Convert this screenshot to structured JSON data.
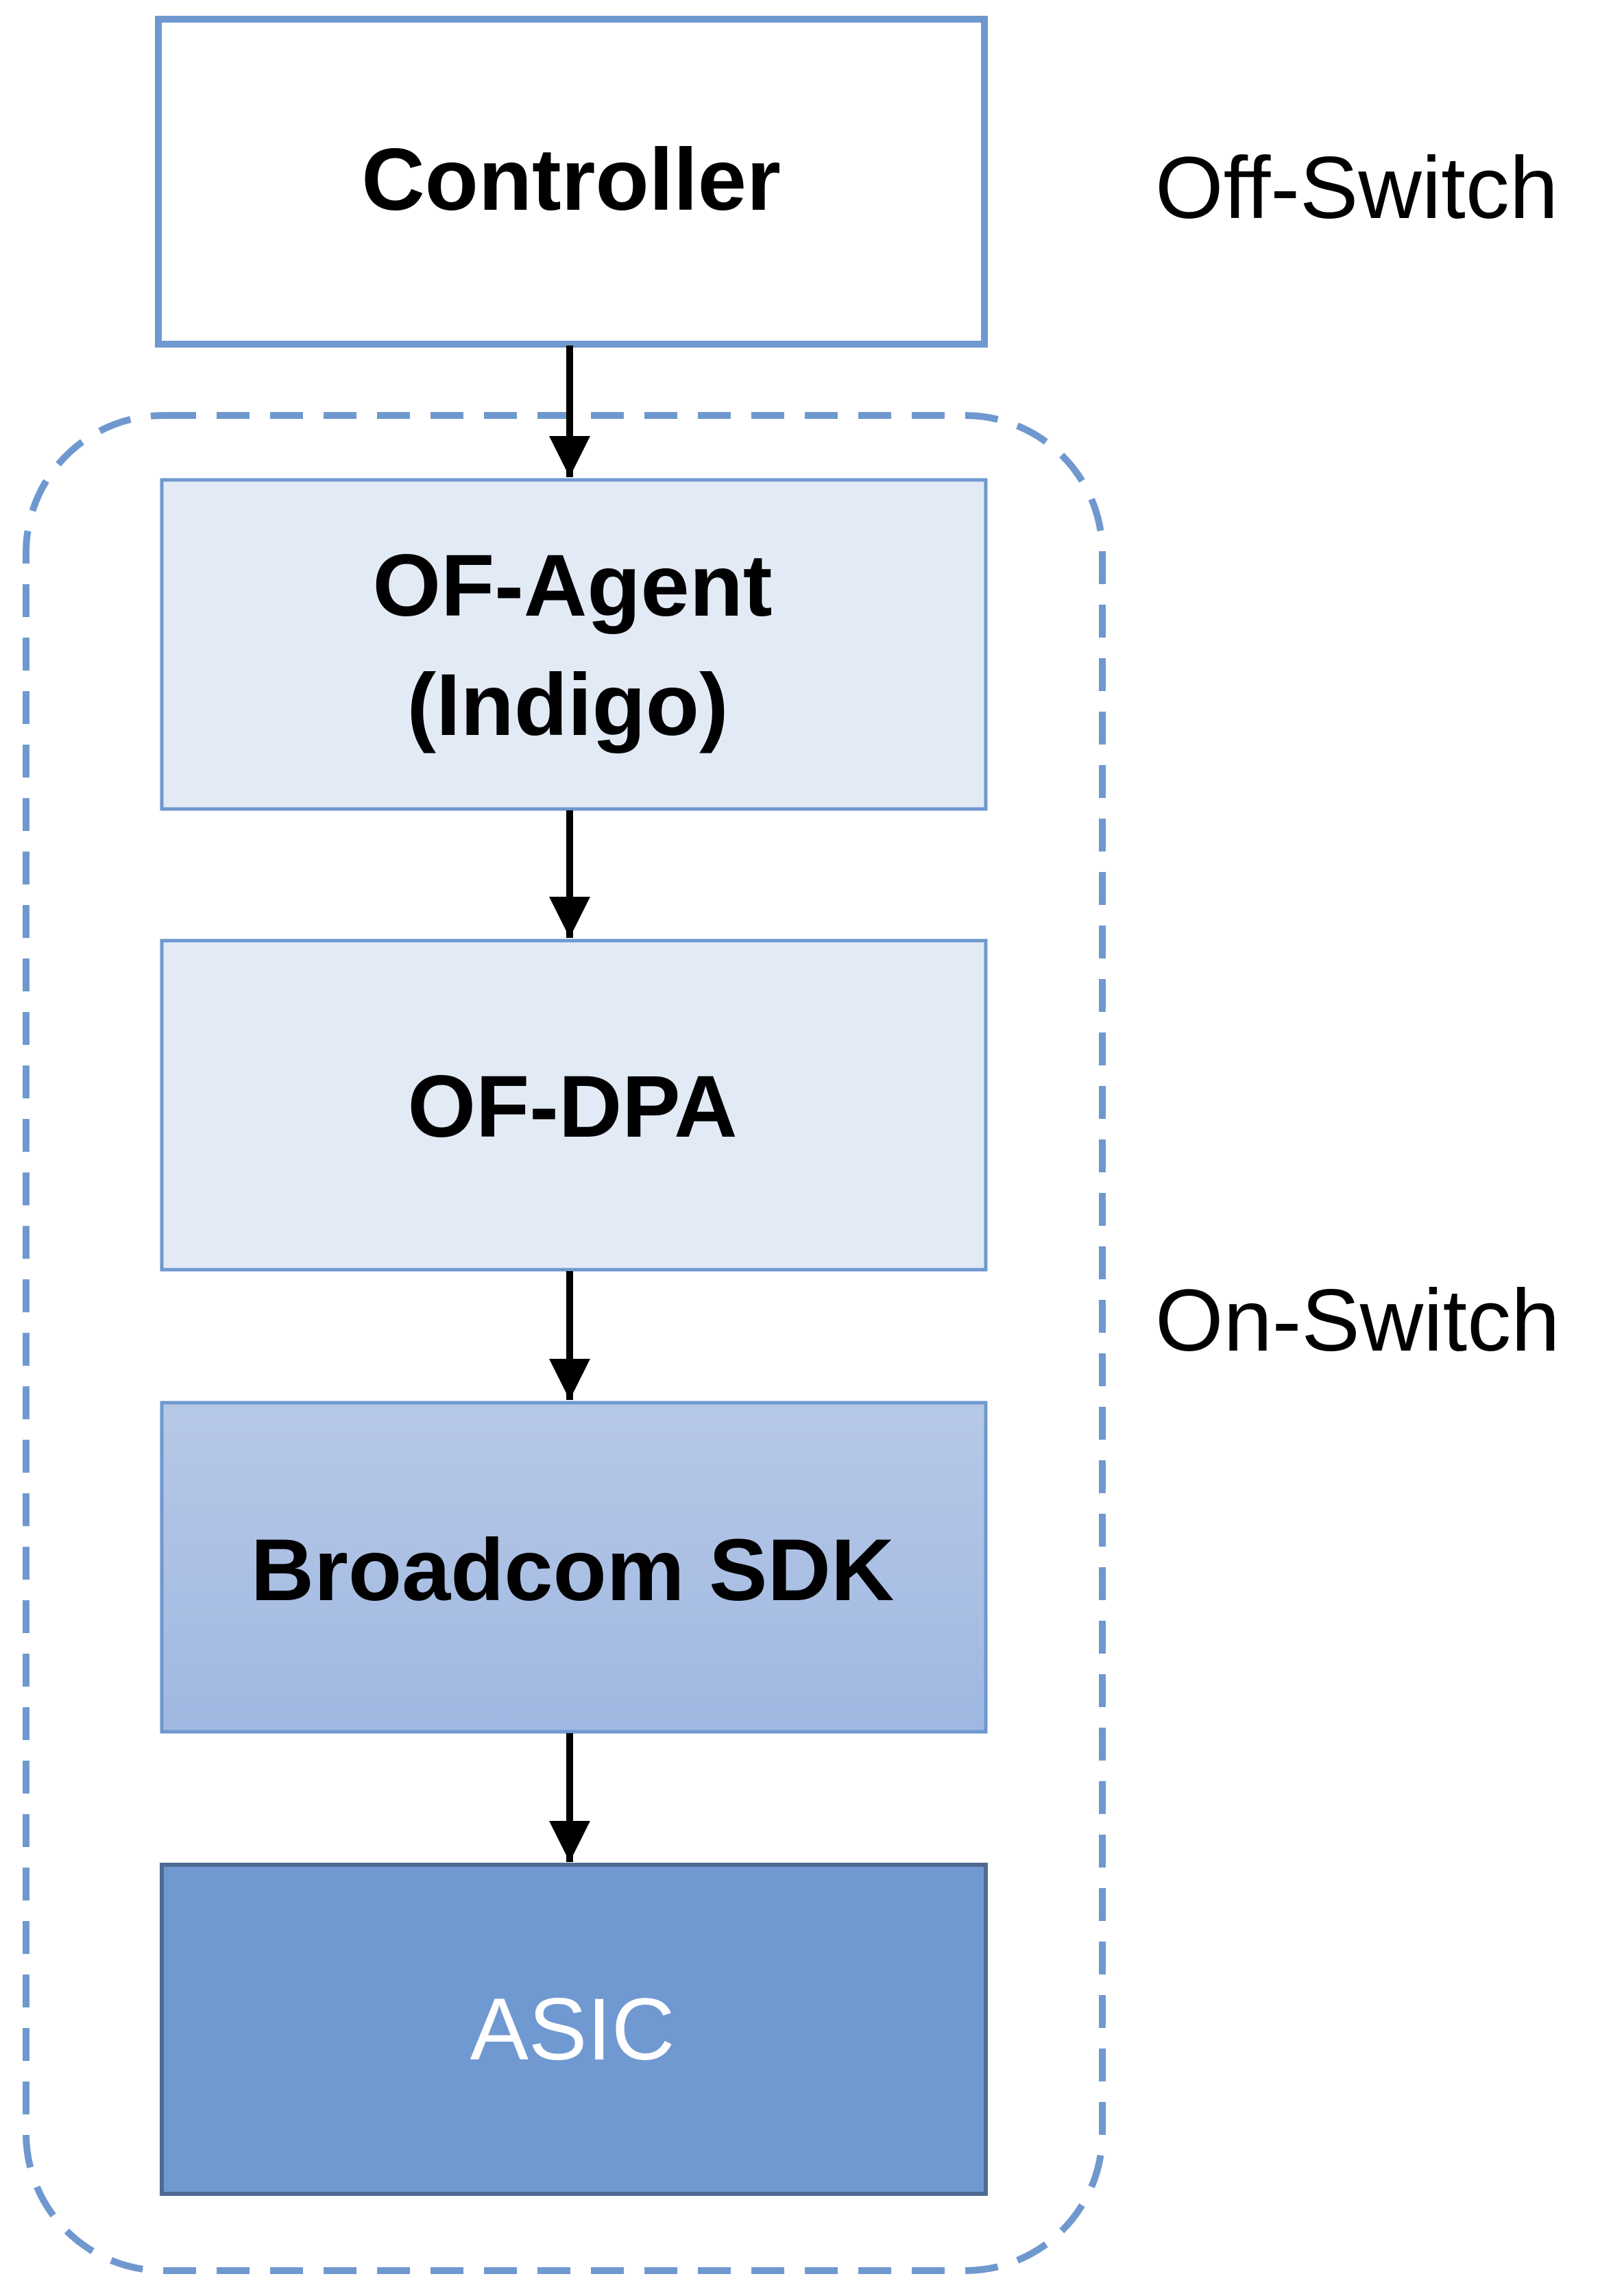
{
  "diagram": {
    "zones": {
      "off_switch_label": "Off-Switch",
      "on_switch_label": "On-Switch"
    },
    "blocks": {
      "controller": {
        "label": "Controller"
      },
      "of_agent": {
        "line1": "OF-Agent",
        "line2": "(Indigo)"
      },
      "of_dpa": {
        "label": "OF-DPA"
      },
      "broadcom_sdk": {
        "label": "Broadcom SDK"
      },
      "asic": {
        "label": "ASIC"
      }
    },
    "colors": {
      "border_blue": "#6F98CF",
      "light_fill": "#E2EAF6",
      "sdk_fill_top": "#B7C8E7",
      "sdk_fill_bottom": "#9FB8E1",
      "asic_fill": "#7099D1",
      "asic_border": "#4F6A92",
      "arrow": "#000000",
      "text_dark": "#000000",
      "text_light": "#FFFFFF"
    }
  }
}
